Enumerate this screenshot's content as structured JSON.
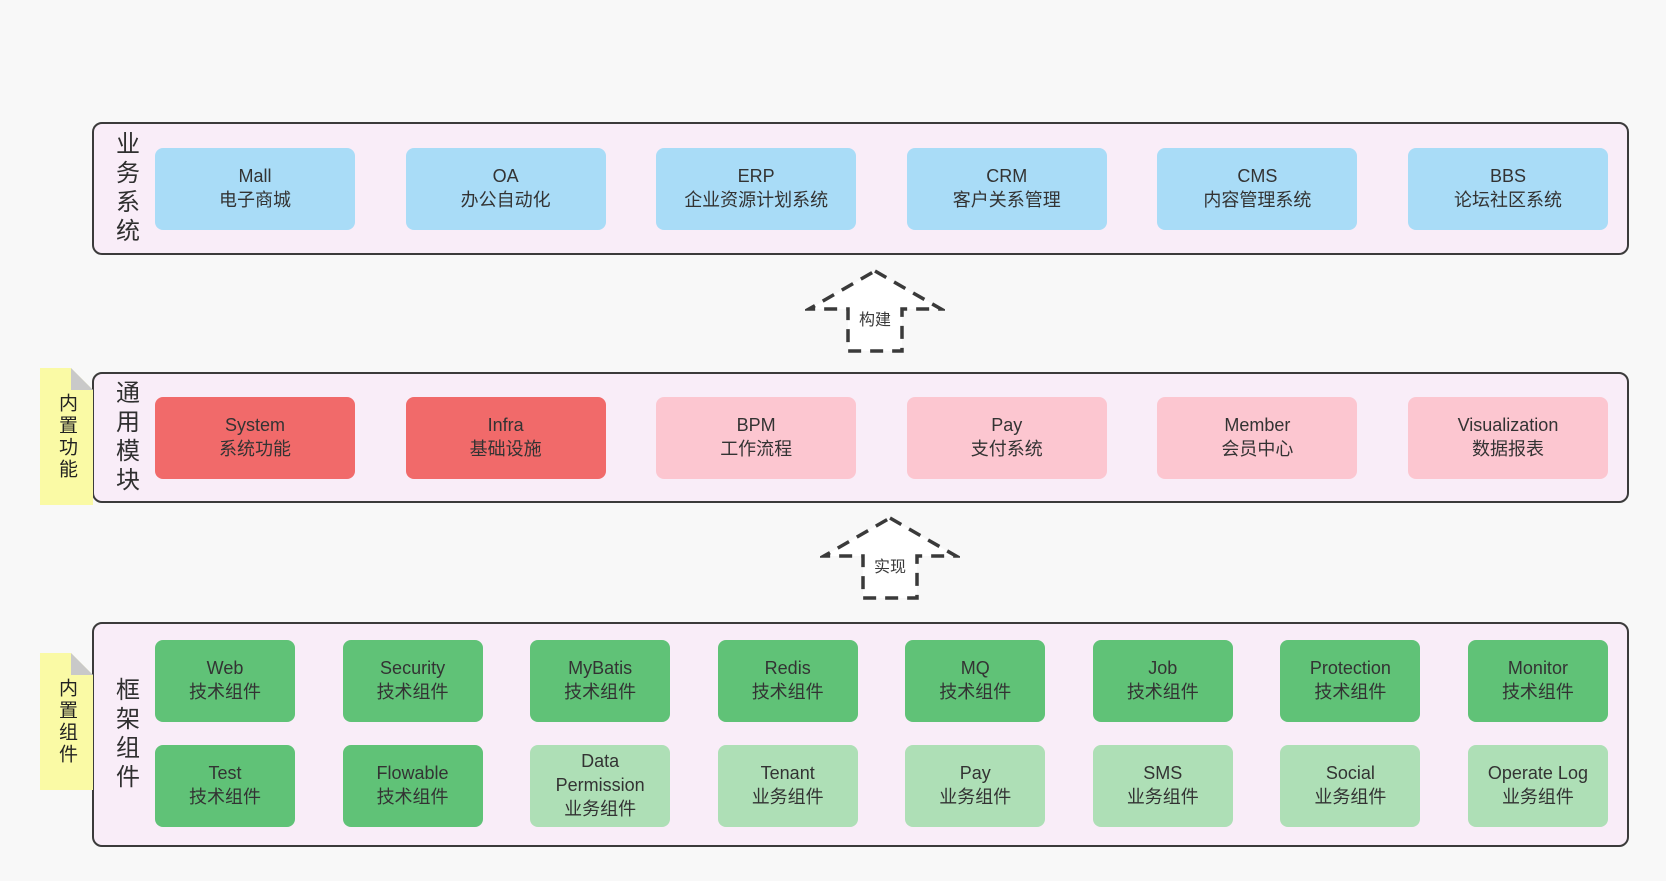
{
  "colors": {
    "page_bg": "#f8f8f8",
    "band_bg": "#f9edf8",
    "band_border": "#3b3b3b",
    "node_blue": "#a9dcf7",
    "node_red": "#f16a6a",
    "node_pink": "#fcc6d0",
    "node_green_dark": "#60c277",
    "node_green_light": "#aedfb6",
    "sticky_yellow": "#fafaa5",
    "sticky_fold": "#c9c9c9",
    "text": "#333333"
  },
  "arrows": [
    {
      "label": "构建"
    },
    {
      "label": "实现"
    }
  ],
  "bands": [
    {
      "label": "业务系统",
      "nodes_rows": [
        [
          {
            "title": "Mall",
            "subtitle": "电子商城",
            "variant": "blue"
          },
          {
            "title": "OA",
            "subtitle": "办公自动化",
            "variant": "blue"
          },
          {
            "title": "ERP",
            "subtitle": "企业资源计划系统",
            "variant": "blue"
          },
          {
            "title": "CRM",
            "subtitle": "客户关系管理",
            "variant": "blue"
          },
          {
            "title": "CMS",
            "subtitle": "内容管理系统",
            "variant": "blue"
          },
          {
            "title": "BBS",
            "subtitle": "论坛社区系统",
            "variant": "blue"
          }
        ]
      ]
    },
    {
      "label": "通用模块",
      "sticky": "内置功能",
      "nodes_rows": [
        [
          {
            "title": "System",
            "subtitle": "系统功能",
            "variant": "red"
          },
          {
            "title": "Infra",
            "subtitle": "基础设施",
            "variant": "red"
          },
          {
            "title": "BPM",
            "subtitle": "工作流程",
            "variant": "pink"
          },
          {
            "title": "Pay",
            "subtitle": "支付系统",
            "variant": "pink"
          },
          {
            "title": "Member",
            "subtitle": "会员中心",
            "variant": "pink"
          },
          {
            "title": "Visualization",
            "subtitle": "数据报表",
            "variant": "pink"
          }
        ]
      ]
    },
    {
      "label": "框架组件",
      "sticky": "内置组件",
      "nodes_rows": [
        [
          {
            "title": "Web",
            "subtitle": "技术组件",
            "variant": "green-dark"
          },
          {
            "title": "Security",
            "subtitle": "技术组件",
            "variant": "green-dark"
          },
          {
            "title": "MyBatis",
            "subtitle": "技术组件",
            "variant": "green-dark"
          },
          {
            "title": "Redis",
            "subtitle": "技术组件",
            "variant": "green-dark"
          },
          {
            "title": "MQ",
            "subtitle": "技术组件",
            "variant": "green-dark"
          },
          {
            "title": "Job",
            "subtitle": "技术组件",
            "variant": "green-dark"
          },
          {
            "title": "Protection",
            "subtitle": "技术组件",
            "variant": "green-dark"
          },
          {
            "title": "Monitor",
            "subtitle": "技术组件",
            "variant": "green-dark"
          }
        ],
        [
          {
            "title": "Test",
            "subtitle": "技术组件",
            "variant": "green-dark"
          },
          {
            "title": "Flowable",
            "subtitle": "技术组件",
            "variant": "green-dark"
          },
          {
            "title": "Data Permission",
            "subtitle": "业务组件",
            "variant": "green-light"
          },
          {
            "title": "Tenant",
            "subtitle": "业务组件",
            "variant": "green-light"
          },
          {
            "title": "Pay",
            "subtitle": "业务组件",
            "variant": "green-light"
          },
          {
            "title": "SMS",
            "subtitle": "业务组件",
            "variant": "green-light"
          },
          {
            "title": "Social",
            "subtitle": "业务组件",
            "variant": "green-light"
          },
          {
            "title": "Operate Log",
            "subtitle": "业务组件",
            "variant": "green-light"
          }
        ]
      ]
    }
  ]
}
